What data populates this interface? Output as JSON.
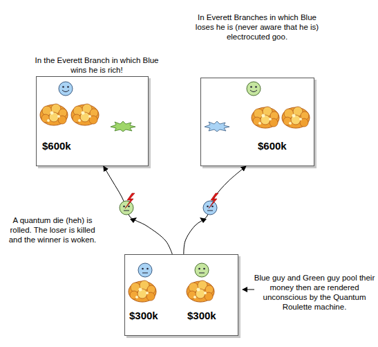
{
  "diagram": {
    "nodes": [
      {
        "text": [
          "$600k"
        ]
      },
      {
        "text": [
          "$600k"
        ]
      },
      {
        "text": [
          "$300k",
          "$300k"
        ]
      }
    ],
    "edges": [
      {
        "from": 2,
        "to": 0,
        "arrow": "to"
      },
      {
        "from": 2,
        "to": 1,
        "arrow": "to"
      }
    ],
    "labels": [
      "In the Everett Branch in which Blue wins he is rich!",
      "In Everett Branches in which Blue loses he is (never aware that he is) electrocuted goo.",
      "A quantum die (heh) is rolled. The loser is killed and the winner is woken.",
      "Blue guy and Green guy pool their money then are rendered unconscious by the Quantum Roulette machine."
    ]
  }
}
